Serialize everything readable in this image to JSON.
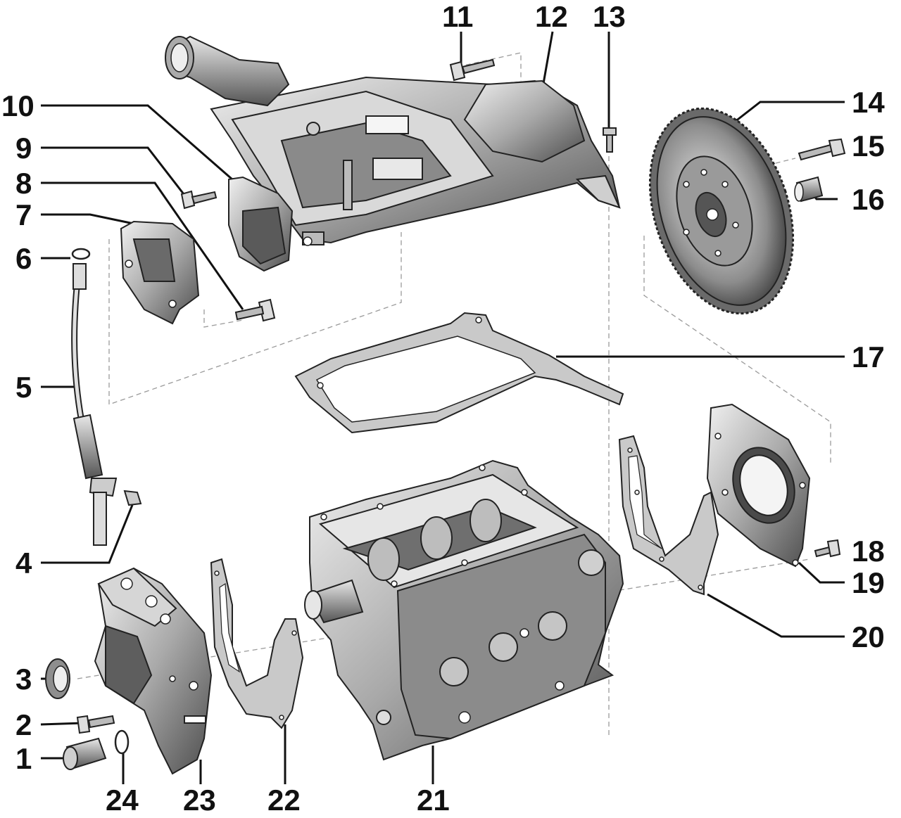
{
  "callouts": [
    {
      "id": "1",
      "label": "1"
    },
    {
      "id": "2",
      "label": "2"
    },
    {
      "id": "3",
      "label": "3"
    },
    {
      "id": "4",
      "label": "4"
    },
    {
      "id": "5",
      "label": "5"
    },
    {
      "id": "6",
      "label": "6"
    },
    {
      "id": "7",
      "label": "7"
    },
    {
      "id": "8",
      "label": "8"
    },
    {
      "id": "9",
      "label": "9"
    },
    {
      "id": "10",
      "label": "10"
    },
    {
      "id": "11",
      "label": "11"
    },
    {
      "id": "12",
      "label": "12"
    },
    {
      "id": "13",
      "label": "13"
    },
    {
      "id": "14",
      "label": "14"
    },
    {
      "id": "15",
      "label": "15"
    },
    {
      "id": "16",
      "label": "16"
    },
    {
      "id": "17",
      "label": "17"
    },
    {
      "id": "18",
      "label": "18"
    },
    {
      "id": "19",
      "label": "19"
    },
    {
      "id": "20",
      "label": "20"
    },
    {
      "id": "21",
      "label": "21"
    },
    {
      "id": "22",
      "label": "22"
    },
    {
      "id": "23",
      "label": "23"
    },
    {
      "id": "24",
      "label": "24"
    }
  ],
  "colors": {
    "background": "#ffffff",
    "ink": "#111111",
    "metal_light": "#e2e2e2",
    "metal_mid": "#a8a8a8",
    "metal_dark": "#4a4a4a",
    "guide_line": "#9a9a9a"
  }
}
